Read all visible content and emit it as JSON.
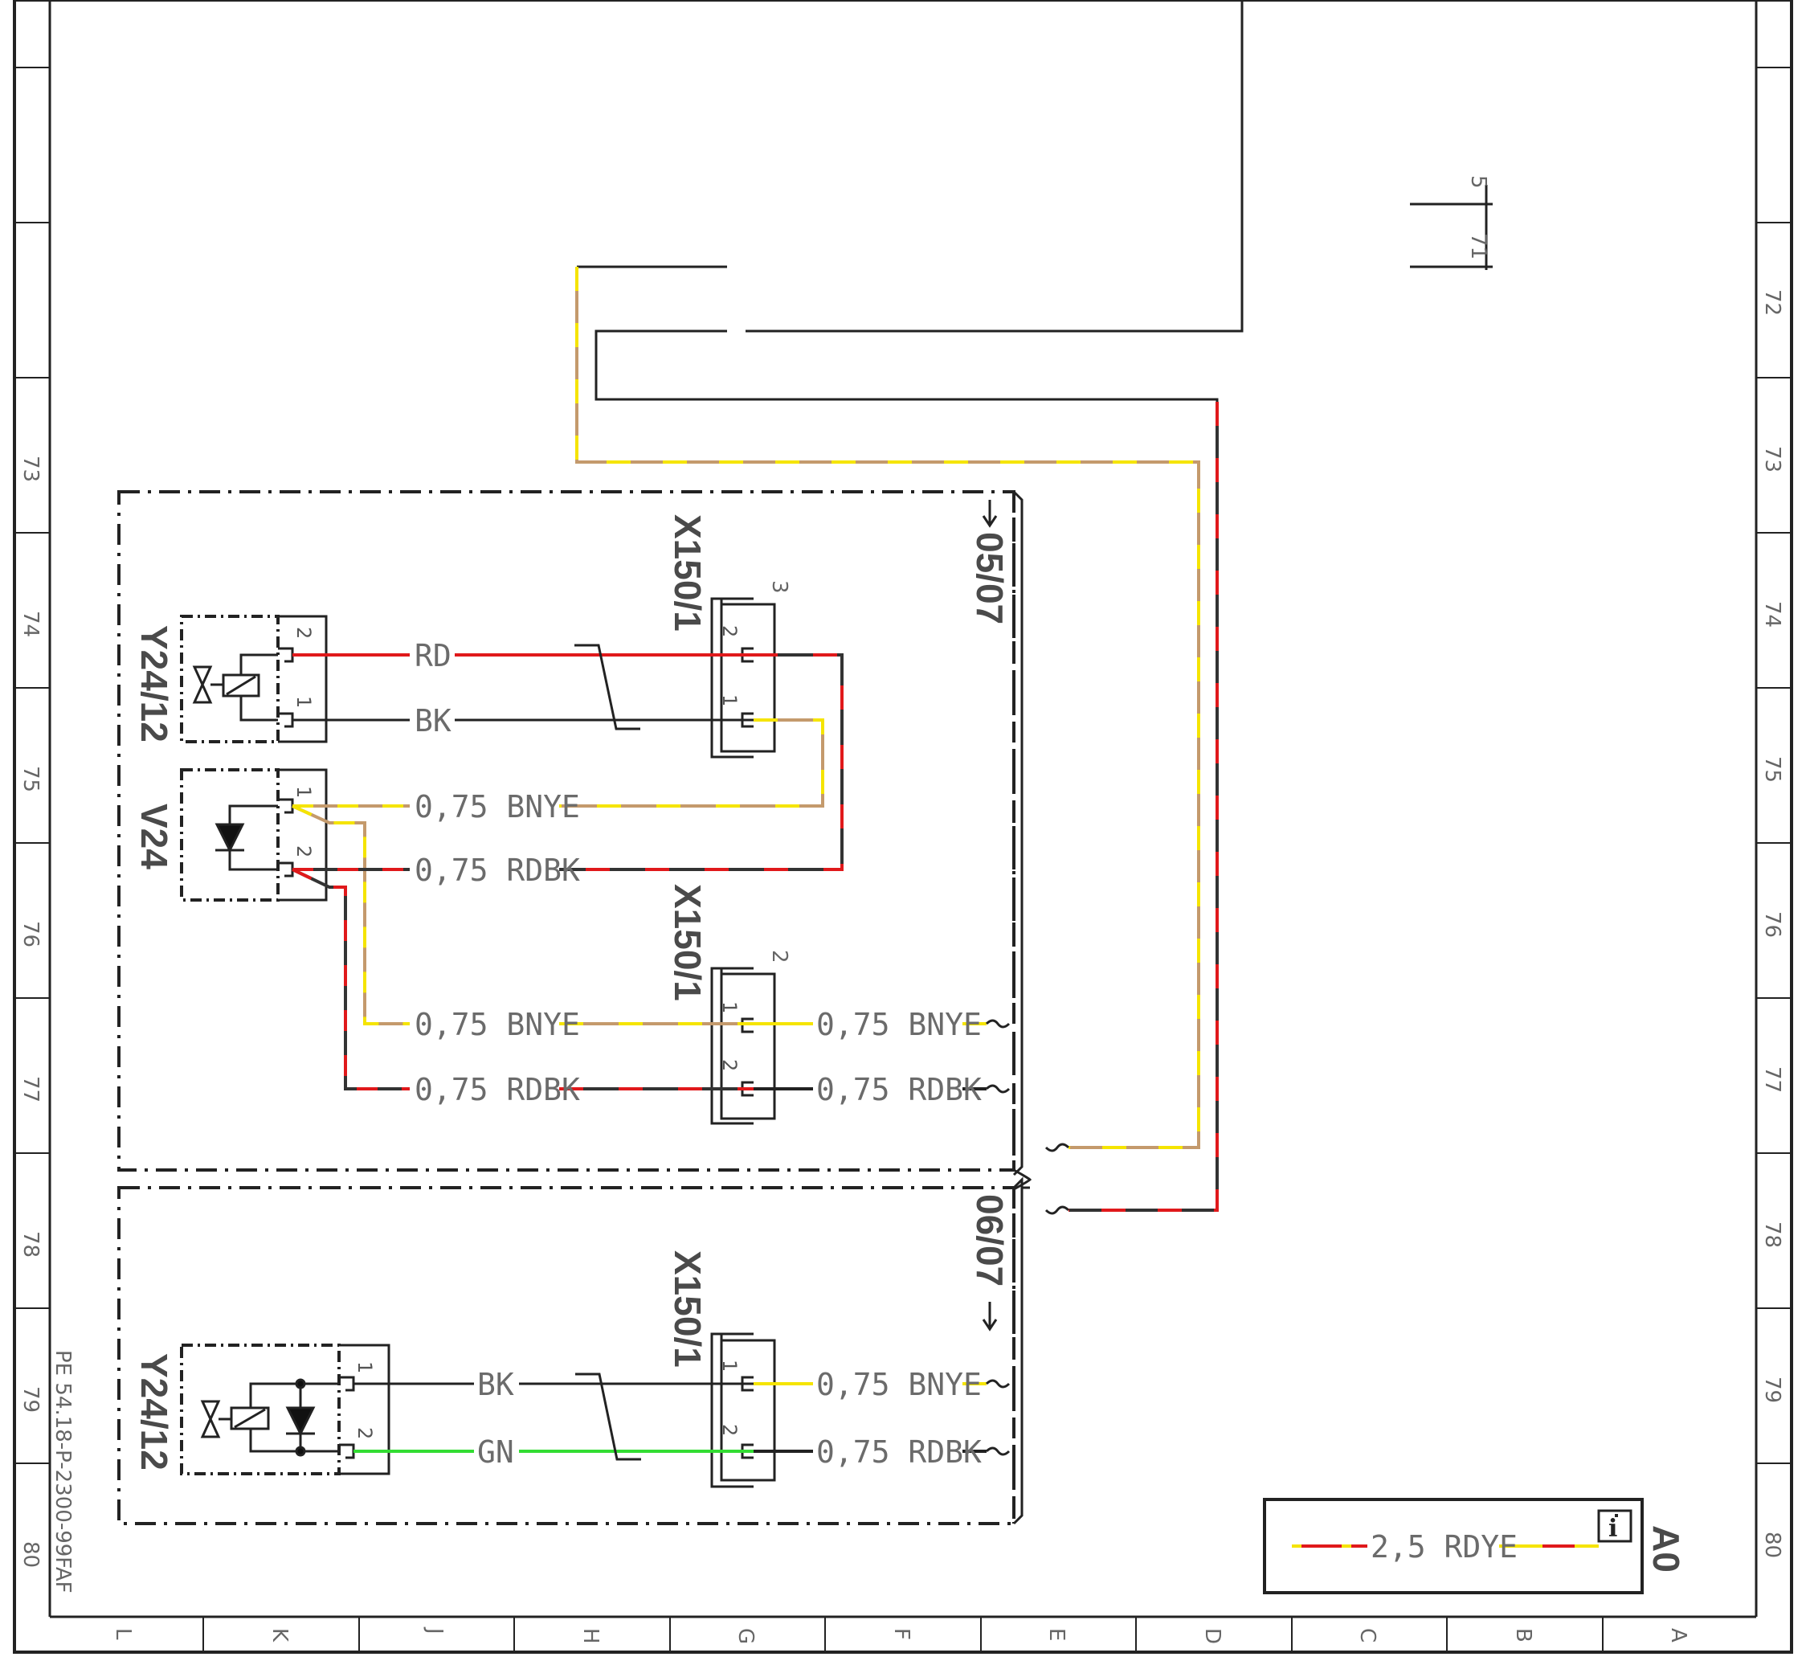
{
  "frame": {
    "row_markers": [
      "72",
      "73",
      "74",
      "75",
      "76",
      "77",
      "78",
      "79",
      "80"
    ],
    "col_markers": [
      "L",
      "K",
      "J",
      "H",
      "G",
      "F",
      "E",
      "D",
      "C",
      "B",
      "A"
    ]
  },
  "top_refs": [
    "5",
    "71"
  ],
  "components": {
    "y24_12_a": "Y24/12",
    "v24": "V24",
    "y24_12_b": "Y24/12",
    "x150_1_a": "X150/1",
    "x150_1_a_num": "3",
    "x150_1_b": "X150/1",
    "x150_1_b_num": "2",
    "x150_1_c": "X150/1"
  },
  "sections": {
    "s1": "05/07",
    "s2": "06/07"
  },
  "pins": {
    "p1": "1",
    "p2": "2"
  },
  "wire_labels": {
    "rd": "RD",
    "bk": "BK",
    "bnye": "0,75 BNYE",
    "rdbk": "0,75 RDBK",
    "gn": "GN"
  },
  "doc_id": "PE 54.18-P-2300-99FAF",
  "legend": {
    "label": "2,5 RDYE",
    "info_icon": "info-icon",
    "sheet": "A0"
  },
  "colors": {
    "red": "#e0191b",
    "yellow": "#f5e400",
    "brown": "#c49a6c",
    "black": "#222222",
    "green": "#33dd33"
  }
}
